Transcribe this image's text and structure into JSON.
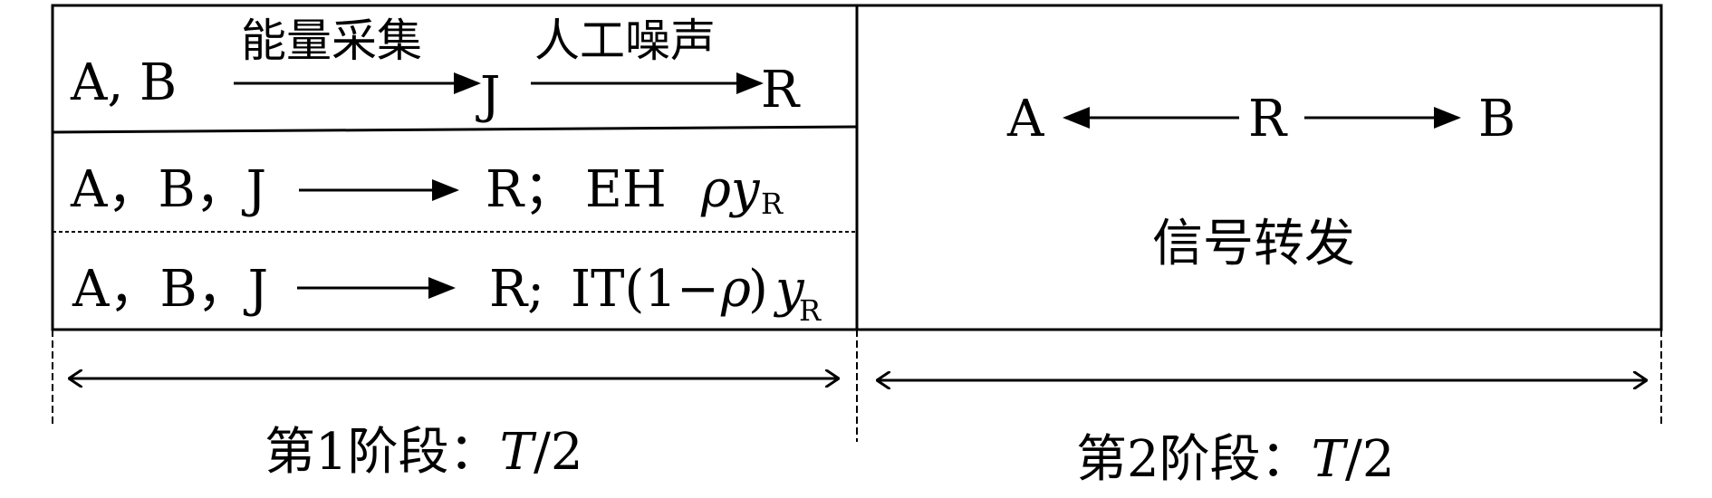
{
  "phase1": {
    "row1": {
      "sources": "A, B",
      "arrow1_label": "能量采集",
      "relay_node": "J",
      "arrow2_label": "人工噪声",
      "dest": "R"
    },
    "row2": {
      "sources": "A，B，J",
      "dest": "R；",
      "mode": "EH",
      "symbol": "ρy",
      "subscript": "R"
    },
    "row3": {
      "sources": "A，B，J",
      "dest": "R;",
      "mode": "IT(1−",
      "rho": "ρ",
      "close": ")",
      "y": "y",
      "subscript": "R"
    },
    "label_prefix": "第1阶段：",
    "label_T": "T",
    "label_suffix": "/2"
  },
  "phase2": {
    "left_node": "A",
    "center_node": "R",
    "right_node": "B",
    "caption": "信号转发",
    "label_prefix": "第2阶段：",
    "label_T": "T",
    "label_suffix": "/2"
  }
}
